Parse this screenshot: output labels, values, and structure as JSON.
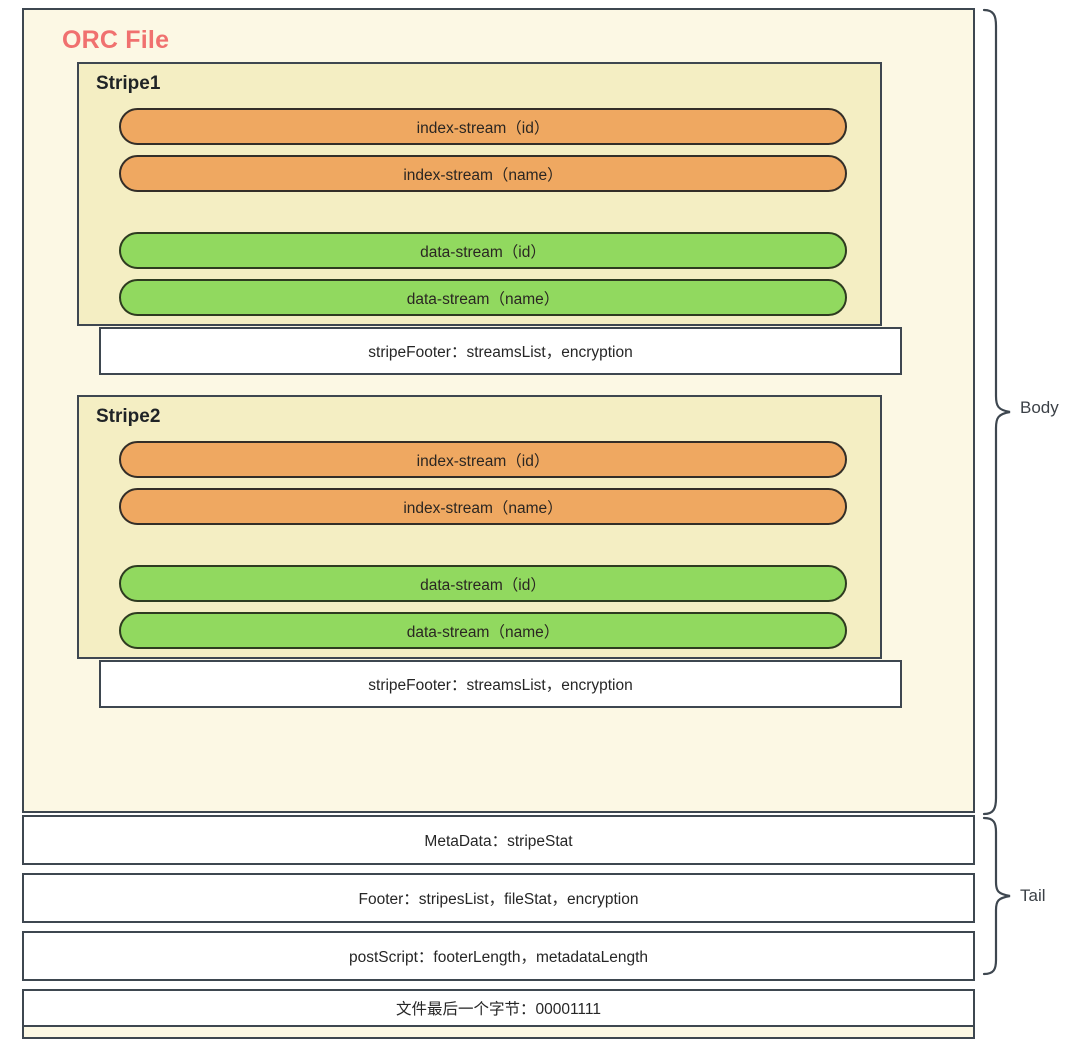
{
  "diagram": {
    "title": "ORC File",
    "title_color": "#F0716F",
    "colors": {
      "file_background": "#FCF8E4",
      "stripe_background": "#F4EEC3",
      "index_stream": "#EFA861",
      "data_stream": "#91D95F",
      "footer_background": "#FFFFFF",
      "border": "#3E4750"
    },
    "stripes": [
      {
        "label": "Stripe1",
        "streams": [
          {
            "kind": "index-stream",
            "label": "index-stream（id）"
          },
          {
            "kind": "index-stream",
            "label": "index-stream（name）"
          },
          {
            "kind": "data-stream",
            "label": "data-stream（id）"
          },
          {
            "kind": "data-stream",
            "label": "data-stream（name）"
          }
        ],
        "footer": "stripeFooter：streamsList，encryption"
      },
      {
        "label": "Stripe2",
        "streams": [
          {
            "kind": "index-stream",
            "label": "index-stream（id）"
          },
          {
            "kind": "index-stream",
            "label": "index-stream（name）"
          },
          {
            "kind": "data-stream",
            "label": "data-stream（id）"
          },
          {
            "kind": "data-stream",
            "label": "data-stream（name）"
          }
        ],
        "footer": "stripeFooter：streamsList，encryption"
      }
    ],
    "tail_rows": [
      {
        "label": "MetaData：stripeStat"
      },
      {
        "label": "Footer：stripesList，fileStat，encryption"
      },
      {
        "label": "postScript：footerLength，metadataLength"
      },
      {
        "label": "文件最后一个字节：00001111"
      }
    ],
    "braces": [
      {
        "label": "Body"
      },
      {
        "label": "Tail"
      }
    ]
  }
}
